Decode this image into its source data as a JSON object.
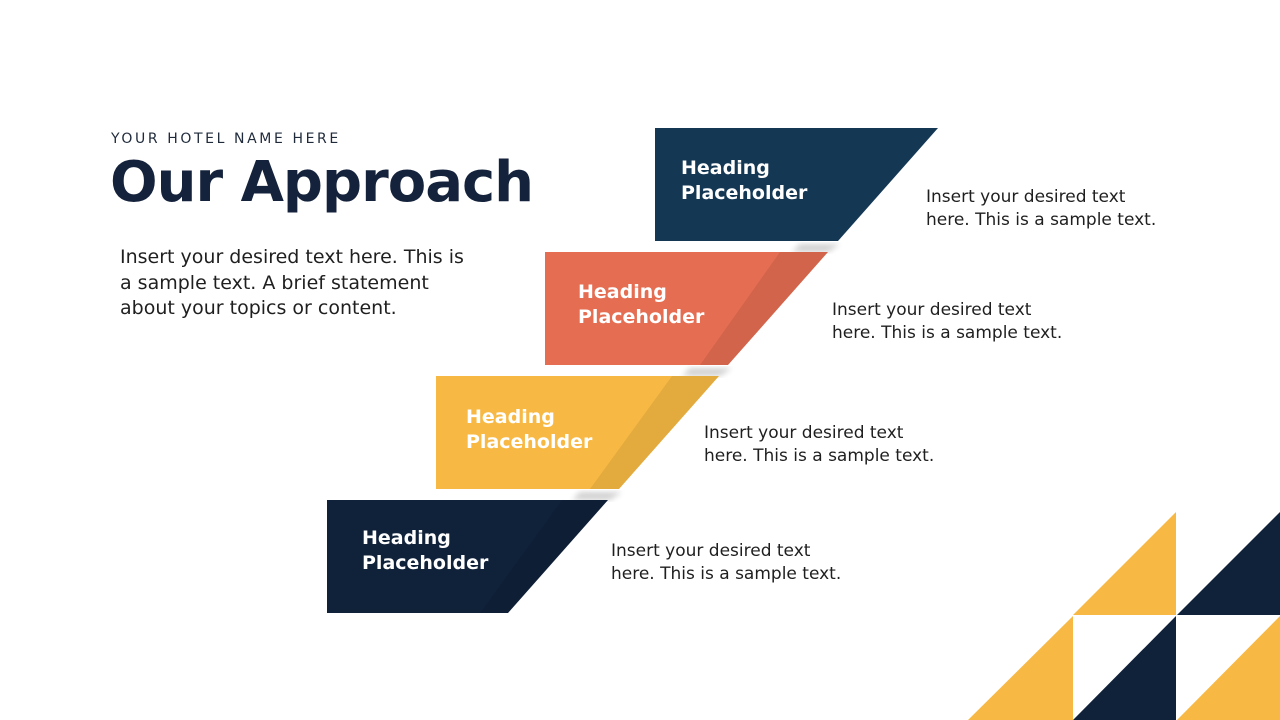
{
  "slide": {
    "hotel_name": "YOUR HOTEL NAME HERE",
    "title": "Our Approach",
    "intro_lines": [
      "Insert your desired text here. This is",
      "a sample text. A brief statement",
      "about your topics or content."
    ]
  },
  "steps": [
    {
      "heading_line1": "Heading",
      "heading_line2": "Placeholder",
      "desc_line1": "Insert your desired text",
      "desc_line2": "here. This is a sample text.",
      "color": "#143754"
    },
    {
      "heading_line1": "Heading",
      "heading_line2": "Placeholder",
      "desc_line1": "Insert your desired text",
      "desc_line2": "here. This is a sample text.",
      "color": "#E46D52"
    },
    {
      "heading_line1": "Heading",
      "heading_line2": "Placeholder",
      "desc_line1": "Insert your desired text",
      "desc_line2": "here. This is a sample text.",
      "color": "#F7B944"
    },
    {
      "heading_line1": "Heading",
      "heading_line2": "Placeholder",
      "desc_line1": "Insert your desired text",
      "desc_line2": "here. This is a sample text.",
      "color": "#10213A"
    }
  ],
  "colors": {
    "navy": "#10213A",
    "yellow": "#F7B944",
    "title": "#14223B"
  }
}
